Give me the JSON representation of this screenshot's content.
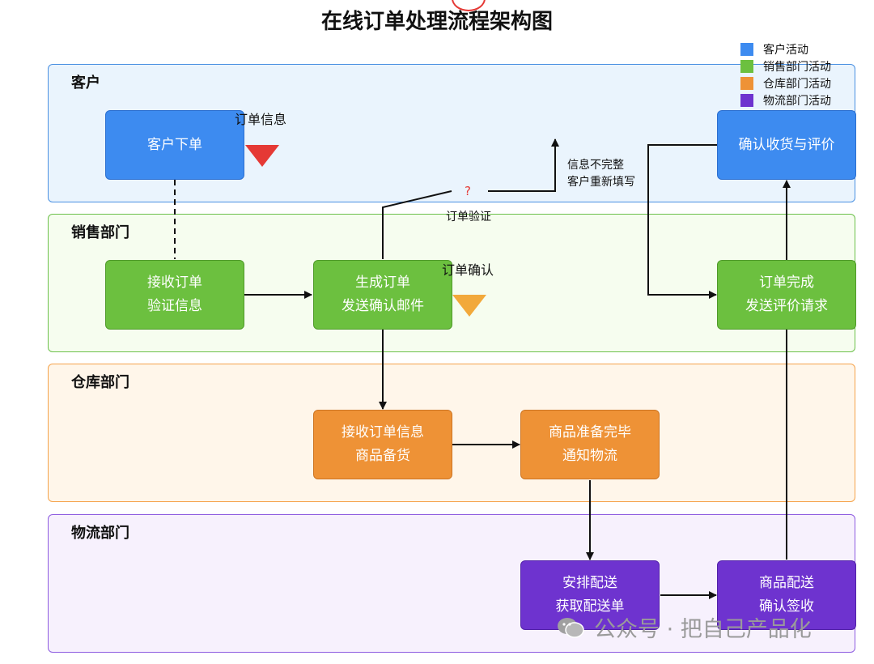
{
  "title": "在线订单处理流程架构图",
  "legend": [
    {
      "label": "客户活动",
      "color": "#3d8bf0"
    },
    {
      "label": "销售部门活动",
      "color": "#6cc03f"
    },
    {
      "label": "仓库部门活动",
      "color": "#ee9236"
    },
    {
      "label": "物流部门活动",
      "color": "#6e33cf"
    }
  ],
  "lanes": {
    "customer": "客户",
    "sales": "销售部门",
    "warehouse": "仓库部门",
    "logistics": "物流部门"
  },
  "nodes": {
    "place_order": {
      "line1": "客户下单",
      "line2": ""
    },
    "confirm_receipt": {
      "line1": "确认收货与评价",
      "line2": ""
    },
    "receive_order": {
      "line1": "接收订单",
      "line2": "验证信息"
    },
    "generate_order": {
      "line1": "生成订单",
      "line2": "发送确认邮件"
    },
    "order_complete": {
      "line1": "订单完成",
      "line2": "发送评价请求"
    },
    "receive_order_info": {
      "line1": "接收订单信息",
      "line2": "商品备货"
    },
    "goods_ready": {
      "line1": "商品准备完毕",
      "line2": "通知物流"
    },
    "arrange_delivery": {
      "line1": "安排配送",
      "line2": "获取配送单"
    },
    "deliver_goods": {
      "line1": "商品配送",
      "line2": "确认签收"
    }
  },
  "labels": {
    "order_info": "订单信息",
    "question": "?",
    "order_verify": "订单验证",
    "incomplete_line1": "信息不完整",
    "incomplete_line2": "客户重新填写",
    "order_confirm": "订单确认"
  },
  "colors": {
    "marker_red": "#e53935",
    "marker_orange": "#f2a93b"
  },
  "watermark": "公众号 · 把自己产品化"
}
